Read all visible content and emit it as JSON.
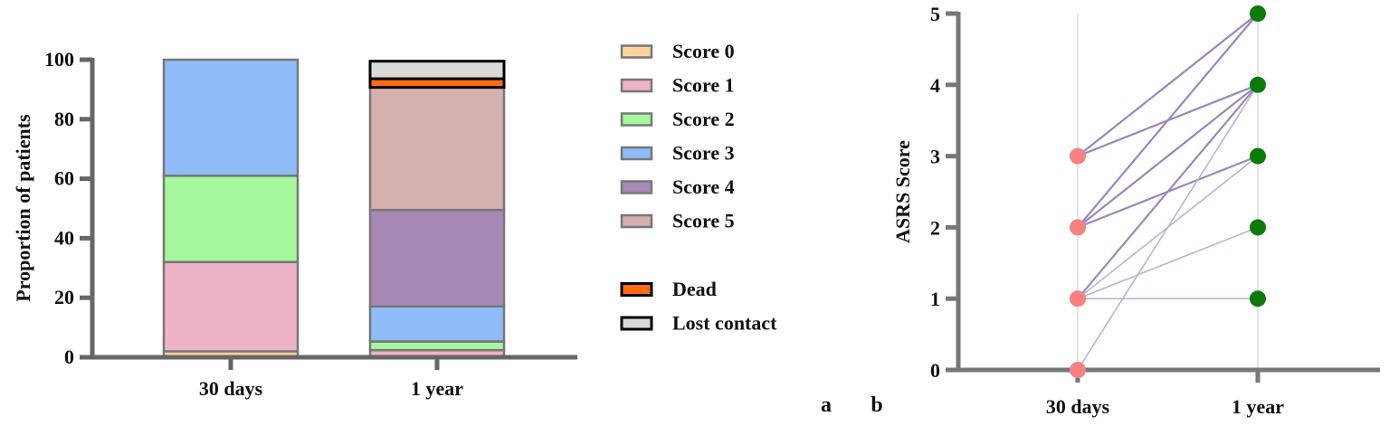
{
  "panel_labels": {
    "a": "a",
    "b": "b"
  },
  "chart_data": [
    {
      "type": "bar",
      "stacked": true,
      "panel": "a",
      "title": "",
      "xlabel": "",
      "ylabel": "Proportion of patients",
      "ylim": [
        0,
        100
      ],
      "yticks": [
        0,
        20,
        40,
        60,
        80,
        100
      ],
      "categories": [
        "30 days",
        "1 year"
      ],
      "series": [
        {
          "name": "Score 0",
          "color": "#fdd49e",
          "edge": "#777777",
          "values": [
            2.0,
            0.0
          ]
        },
        {
          "name": "Score 1",
          "color": "#efb3c7",
          "edge": "#777777",
          "values": [
            30.0,
            2.4
          ]
        },
        {
          "name": "Score 2",
          "color": "#a6f79c",
          "edge": "#777777",
          "values": [
            29.0,
            2.9
          ]
        },
        {
          "name": "Score 3",
          "color": "#8fbcf8",
          "edge": "#777777",
          "values": [
            39.0,
            11.8
          ]
        },
        {
          "name": "Score 4",
          "color": "#a788b5",
          "edge": "#777777",
          "values": [
            0.0,
            32.4
          ]
        },
        {
          "name": "Score 5",
          "color": "#d6b0ae",
          "edge": "#777777",
          "values": [
            0.0,
            41.2
          ]
        },
        {
          "name": "Dead",
          "color": "#ff6a13",
          "edge": "#000000",
          "values": [
            0.0,
            2.9
          ]
        },
        {
          "name": "Lost contact",
          "color": "#d9d9d9",
          "edge": "#000000",
          "values": [
            0.0,
            5.9
          ]
        }
      ],
      "legend": {
        "position": "right",
        "groups": [
          [
            "Score 0",
            "Score 1",
            "Score 2",
            "Score 3",
            "Score 4",
            "Score 5"
          ],
          [
            "Dead",
            "Lost contact"
          ]
        ]
      },
      "grid": false
    },
    {
      "type": "line",
      "subtype": "paired-dot (before-after)",
      "panel": "b",
      "title": "",
      "xlabel": "",
      "ylabel": "ASRS Score",
      "ylim": [
        0,
        5
      ],
      "yticks": [
        0,
        1,
        2,
        3,
        4,
        5
      ],
      "categories": [
        "30 days",
        "1 year"
      ],
      "point_colors": {
        "30 days": "#f78080",
        "1 year": "#0a7a0a"
      },
      "points_30_days": [
        0,
        1,
        2,
        3
      ],
      "points_1_year": [
        1,
        2,
        3,
        4,
        5
      ],
      "pairs": [
        {
          "from": 3,
          "to": 5,
          "weight": "strong"
        },
        {
          "from": 3,
          "to": 4,
          "weight": "strong"
        },
        {
          "from": 2,
          "to": 5,
          "weight": "strong"
        },
        {
          "from": 2,
          "to": 4,
          "weight": "strong"
        },
        {
          "from": 2,
          "to": 3,
          "weight": "strong"
        },
        {
          "from": 1,
          "to": 4,
          "weight": "strong"
        },
        {
          "from": 1,
          "to": 3,
          "weight": "light"
        },
        {
          "from": 1,
          "to": 2,
          "weight": "light"
        },
        {
          "from": 1,
          "to": 1,
          "weight": "light"
        },
        {
          "from": 0,
          "to": 4,
          "weight": "light"
        }
      ],
      "line_colors": {
        "strong": "#9c86bb",
        "light": "#bfb0d4"
      },
      "grid": "vertical lines at categories"
    }
  ]
}
